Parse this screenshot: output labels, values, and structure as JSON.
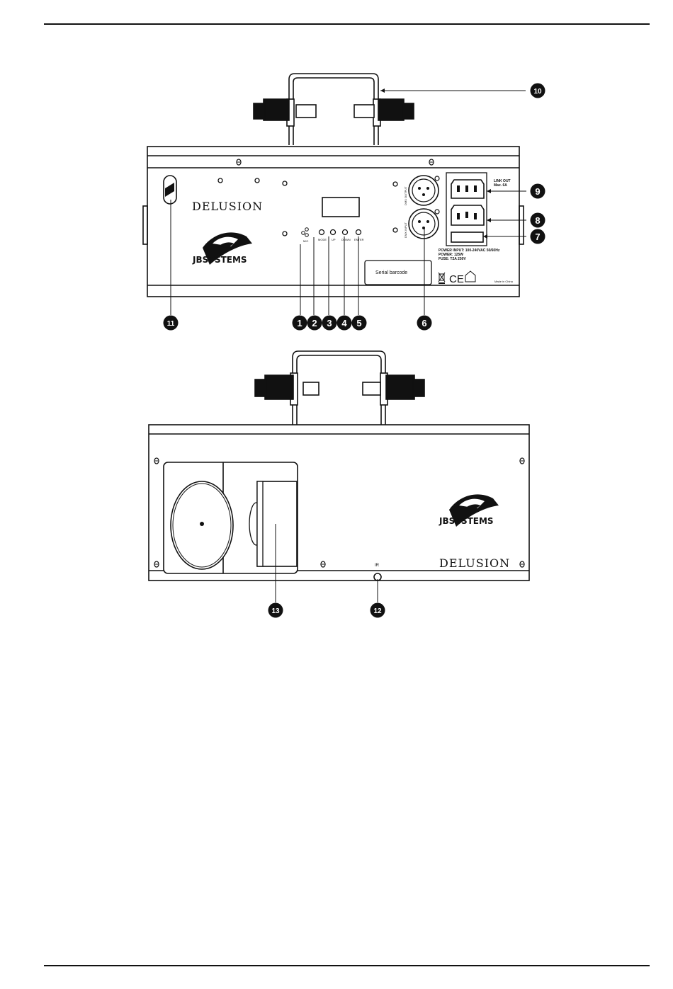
{
  "colors": {
    "ink": "#111111",
    "paper": "#ffffff",
    "callout_fill": "#111111",
    "callout_text": "#ffffff"
  },
  "rear_panel": {
    "model_name": "DELUSION",
    "brand": "JBSYSTEMS",
    "buttons": [
      {
        "label": "MIC"
      },
      {
        "label": "MODE"
      },
      {
        "label": "UP"
      },
      {
        "label": "DOWN"
      },
      {
        "label": "ENTER"
      }
    ],
    "dmx_output_label": "DMX OUTPUT",
    "dmx_input_label": "DMX INPUT",
    "link_out_label": "LINK OUT",
    "link_out_max": "Max. 6A",
    "spec_lines": [
      "POWER INPUT: 100-240VAC 50/60Hz",
      "POWER: 125W",
      "FUSE: T2A 250V"
    ],
    "serial_label": "Serial barcode",
    "made_in": "Made in China"
  },
  "front_panel": {
    "model_name": "DELUSION",
    "brand": "JBSYSTEMS",
    "ir_label": "IR"
  },
  "callouts": {
    "c1": "1",
    "c2": "2",
    "c3": "3",
    "c4": "4",
    "c5": "5",
    "c6": "6",
    "c7": "7",
    "c8": "8",
    "c9": "9",
    "c10": "10",
    "c11": "11",
    "c12": "12",
    "c13": "13"
  }
}
